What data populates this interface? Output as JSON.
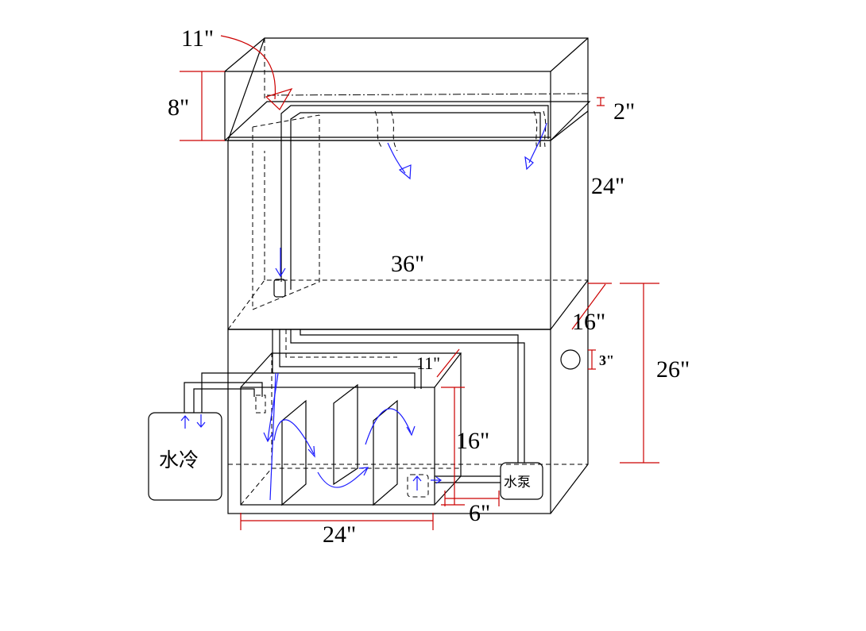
{
  "labels": {
    "top_flow_width": "11\"",
    "overflow_height": "8\"",
    "top_gap": "2\"",
    "tank_height": "24\"",
    "tank_length": "36\"",
    "tank_depth": "16\"",
    "drain_hole": "3\"",
    "stand_height": "26\"",
    "sump_depth": "11\"",
    "sump_height": "16\"",
    "pump_spacing": "6\"",
    "sump_length": "24\""
  },
  "equipment": {
    "chiller": "水冷",
    "pump": "水泵"
  },
  "colors": {
    "outline": "#000000",
    "dimension": "#cc0000",
    "flow": "#1a1aff"
  }
}
